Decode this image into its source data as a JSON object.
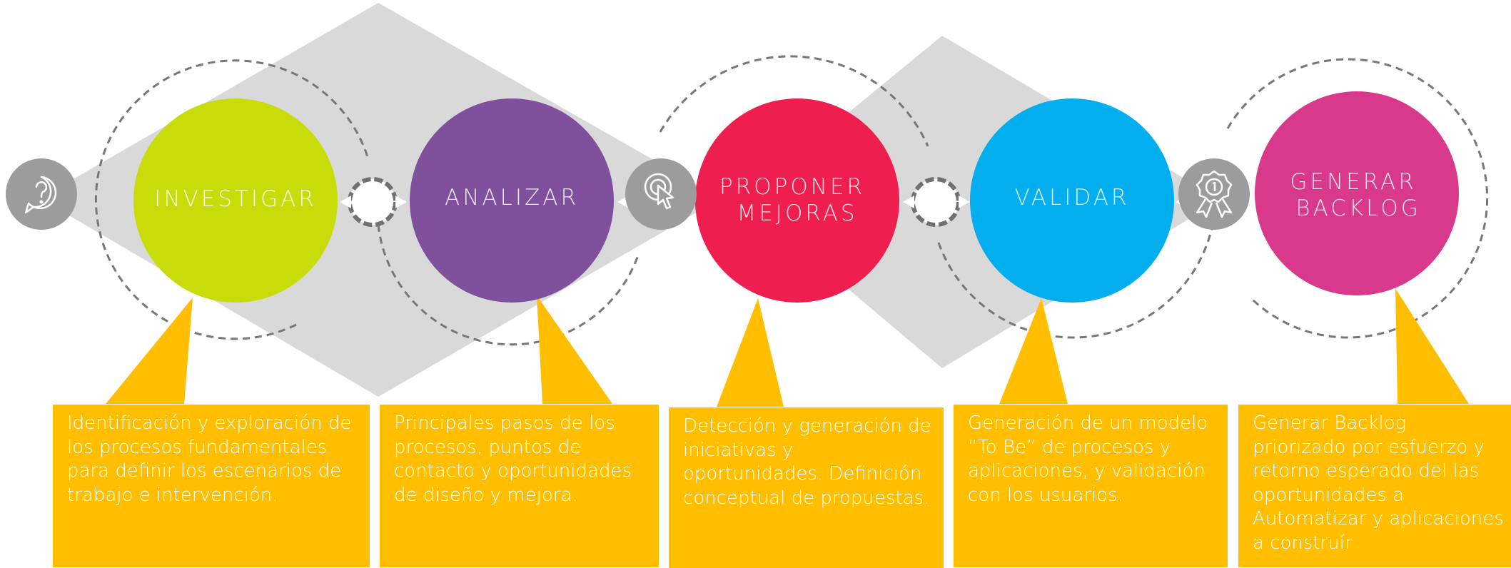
{
  "colors": {
    "background": "#ffffff",
    "diamonds": "#d9d9d9",
    "icon_circle": "#9c9c9c",
    "dashed_rings": "#777777",
    "boxes": "#ffbf00",
    "investigar": "#c8dc0a",
    "analizar": "#7f509b",
    "proponer": "#ee1f4f",
    "validar": "#03aeef",
    "generar": "#d9398b"
  },
  "icons": [
    "question-chat-icon",
    "touch-pointer-icon",
    "award-badge-icon"
  ],
  "stages": [
    {
      "id": "investigar",
      "label_lines": [
        "INVESTIGAR"
      ],
      "description": "Identificación y exploración de los procesos fundamentales para definir los escenarios de trabajo e intervención."
    },
    {
      "id": "analizar",
      "label_lines": [
        "ANALIZAR"
      ],
      "description": "Principales pasos de los procesos, puntos de contacto y oportunidades de diseño y mejora."
    },
    {
      "id": "proponer",
      "label_lines": [
        "PROPONER",
        "MEJORAS"
      ],
      "description": "Detección y generación de iniciativas y oportunidades. Definición conceptual de propuestas."
    },
    {
      "id": "validar",
      "label_lines": [
        "VALIDAR"
      ],
      "description": "Generación de un modelo “To Be” de procesos y aplicaciones, y validación con los usuarios."
    },
    {
      "id": "generar",
      "label_lines": [
        "GENERAR",
        "BACKLOG"
      ],
      "description": "Generar Backlog priorizado por esfuerzo y retorno esperado del las oportunidades a Automatizar y aplicaciones a construír"
    }
  ]
}
